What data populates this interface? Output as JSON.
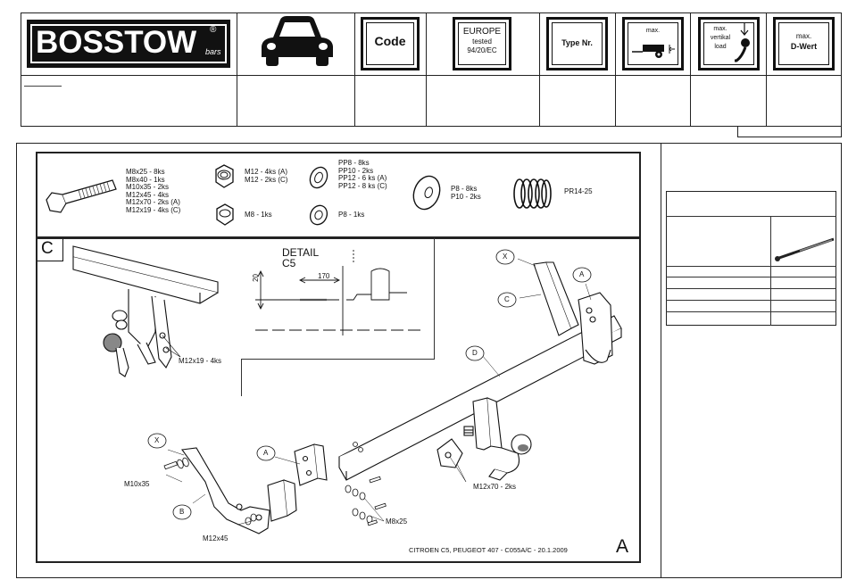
{
  "header": {
    "logo_text": "BOSSTOW",
    "logo_reg": "®",
    "logo_sub": "bars",
    "code_label": "Code",
    "europe_line1": "EUROPE",
    "europe_line2": "tested",
    "europe_line3": "94/20/EC",
    "type_label": "Type Nr.",
    "max_trailer_label": "max.",
    "vertical_line1": "max.",
    "vertical_line2": "vertikal",
    "vertical_line3": "load",
    "dwert_line1": "max.",
    "dwert_line2": "D-Wert"
  },
  "parts": {
    "bolts": [
      "M8x25 - 8ks",
      "M8x40 - 1ks",
      "M10x35 - 2ks",
      "M12x45 - 4ks",
      "M12x70 - 2ks (A)",
      "M12x19 - 4ks (C)"
    ],
    "nuts_m12": [
      "M12 - 4ks (A)",
      "M12 - 2ks (C)"
    ],
    "nut_m8": "M8 - 1ks",
    "washers_pp": [
      "PP8 - 8ks",
      "PP10 - 2ks",
      "PP12 - 6 ks (A)",
      "PP12 - 8 ks (C)"
    ],
    "washer_p8": "P8 - 1ks",
    "flat_washers": [
      "P8 - 8ks",
      "P10 - 2ks"
    ],
    "spring": "PR14-25"
  },
  "detail": {
    "section_letter": "C",
    "title_line1": "DETAIL",
    "title_line2": "C5",
    "dim_170": "170",
    "dim_20": "20",
    "bolt_label": "M12x19 - 4ks"
  },
  "main": {
    "label_x1": "X",
    "label_x2": "X",
    "label_a1": "A",
    "label_a2": "A",
    "label_b": "B",
    "label_c": "C",
    "label_d": "D",
    "m10x35": "M10x35",
    "m12x45": "M12x45",
    "m8x25": "M8x25",
    "m12x70": "M12x70 - 2ks",
    "footer_text": "CITROEN C5, PEUGEOT 407 - C055A/C - 20.1.2009",
    "corner_letter": "A"
  }
}
